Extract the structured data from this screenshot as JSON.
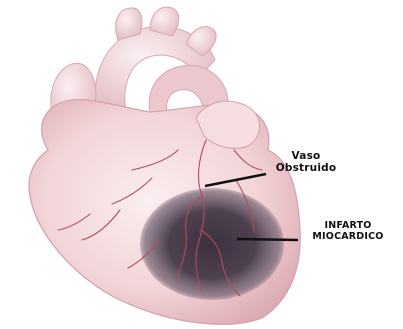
{
  "labels": {
    "vessel": {
      "line1": "Vaso",
      "line2": "Obstruido"
    },
    "infarct": {
      "line1": "INFARTO",
      "line2": "MIOCARDICO"
    }
  },
  "colors": {
    "heart_fill": "#f2d5d8",
    "heart_shadow": "#dfb3b9",
    "vein": "#b24c5a",
    "infarct": "#4b3f4d",
    "leader_line": "#111111"
  }
}
